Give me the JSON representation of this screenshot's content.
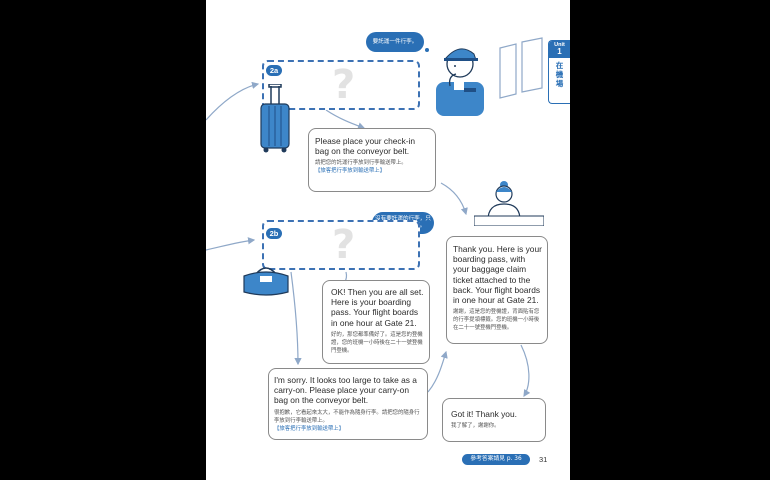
{
  "unit_tab": {
    "label": "Unit",
    "number": "1",
    "title": "在機場"
  },
  "thought_top": "要託運一件行李。",
  "thought_mid": "沒有要託運的行李，只有一件隨身行李。",
  "box_2a": {
    "badge": "2a",
    "placeholder": "?"
  },
  "box_2b": {
    "badge": "2b",
    "placeholder": "?"
  },
  "bubble_checkin": {
    "en": "Please place your check-in bag on the conveyor belt.",
    "zh": "請把您的託運行李放到行李輸送帶上。",
    "note": "【旅客把行李放到輸送帶上】"
  },
  "bubble_boarding": {
    "en": "Thank you. Here is your boarding pass, with your baggage claim ticket attached to the back. Your flight boards in one hour at Gate 21.",
    "zh": "謝謝，這是您的登機證，背面貼有您的行李提領標籤。您的班機一小時後在二十一號登機門登機。"
  },
  "bubble_ok": {
    "en": "OK! Then you are all set. Here is your boarding pass. Your flight boards in one hour at Gate 21.",
    "zh": "好的，那您都準備好了。這是您的登機證，您的班機一小時後在二十一號登機門登機。"
  },
  "bubble_sorry": {
    "en": "I'm sorry. It looks too large to take as a carry-on. Please place your carry-on bag on the conveyor belt.",
    "zh": "很抱歉，它看起來太大，不能作為隨身行李。請把您的隨身行李放到行李輸送帶上。",
    "note": "【旅客把行李放到輸送帶上】"
  },
  "bubble_gotit": {
    "en": "Got it! Thank you.",
    "zh": "我了解了，謝謝你。"
  },
  "footer": {
    "ref": "參考答案請見 p. 36",
    "page": "31"
  },
  "colors": {
    "accent": "#2a6fb5",
    "dash": "#3d72b4",
    "arrow": "#8fa8c8",
    "bubble_border": "#8a8a8a"
  }
}
